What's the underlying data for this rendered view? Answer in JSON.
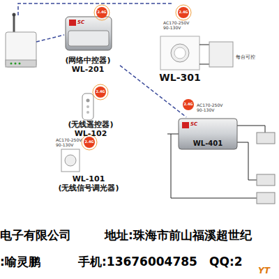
{
  "diagram": {
    "nodes": [
      {
        "text": [
          "(网络中控器)",
          "WL-201"
        ]
      },
      {
        "text": [
          "WL-301"
        ]
      },
      {
        "text": [
          "(无线遥控器)",
          "WL-102"
        ]
      },
      {
        "text": [
          "WL-401"
        ]
      },
      {
        "text": [
          "WL-101",
          "(无线信号调光器)"
        ]
      }
    ],
    "edges": [
      {
        "from": 0,
        "to": 3,
        "arrow": "none"
      }
    ],
    "labels": [
      "2.4G",
      "SC",
      "2.4G",
      "AC170-250V 90-130V",
      "每台可控",
      "2.4G",
      "2.4G",
      "AC170-250V 90-130V",
      "SC",
      "AC170-250V 90-130V",
      "2.4G",
      "电子有限公司",
      "地址:珠海市前山福溪超世纪",
      ":喻灵鹏",
      "手机:13676004785",
      "QQ:2",
      "YT"
    ]
  }
}
